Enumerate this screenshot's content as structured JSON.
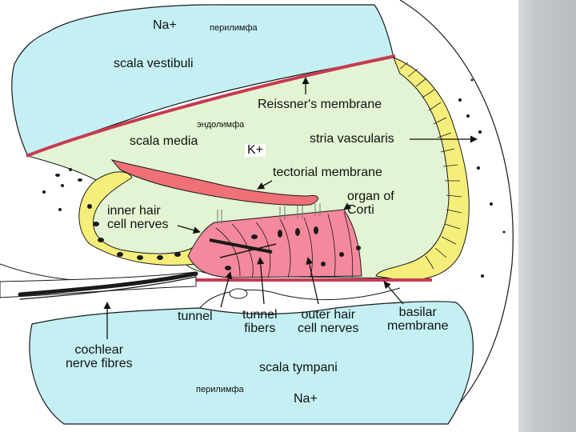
{
  "colors": {
    "perilymph": "#c4f0f3",
    "endolymph": "#e2f4d3",
    "tectorial": "#f07078",
    "organ": "#f4889c",
    "stria_cells": "#f6ee7a",
    "reissner": "#c83a52",
    "outline": "#1a1a1a",
    "side_panel": "#c3c6ca"
  },
  "labels": {
    "na_top": "Na+",
    "perilymph_top": "перилимфа",
    "scala_vestibuli": "scala vestibuli",
    "reissner_membrane": "Reissner's membrane",
    "endolymph": "эндолимфа",
    "scala_media": "scala media",
    "k_plus": "K+",
    "stria_vascularis": "stria vascularis",
    "tectorial_membrane": "tectorial membrane",
    "organ_of_corti_line1": "organ of",
    "organ_of_corti_line2": "Corti",
    "inner_hair_line1": "inner hair",
    "inner_hair_line2": "cell nerves",
    "tunnel": "tunnel",
    "tunnel_fibers_line1": "tunnel",
    "tunnel_fibers_line2": "fibers",
    "outer_hair_line1": "outer hair",
    "outer_hair_line2": "cell nerves",
    "basilar_line1": "basilar",
    "basilar_line2": "membrane",
    "cochlear_line1": "cochlear",
    "cochlear_line2": "nerve fibres",
    "scala_tympani": "scala tympani",
    "perilymph_bottom": "перилимфа",
    "na_bottom": "Na+"
  }
}
